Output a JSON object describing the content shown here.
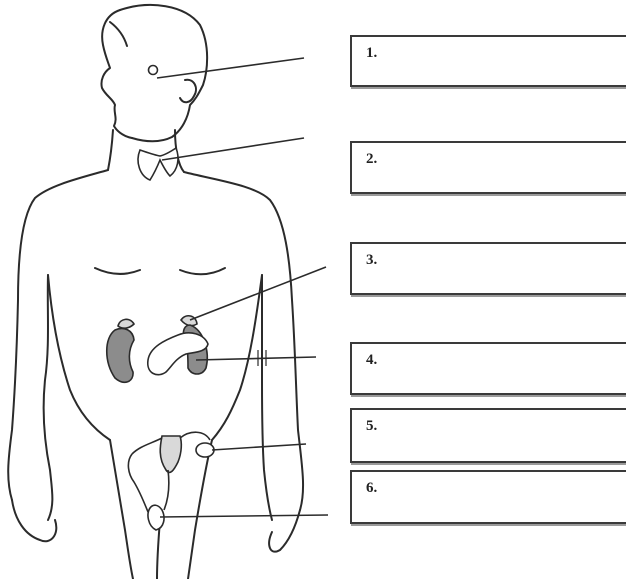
{
  "diagram": {
    "type": "labeled-anatomy-worksheet",
    "subject": "endocrine-glands",
    "labels": [
      {
        "number": "1.",
        "answer": ""
      },
      {
        "number": "2.",
        "answer": ""
      },
      {
        "number": "3.",
        "answer": ""
      },
      {
        "number": "4.",
        "answer": ""
      },
      {
        "number": "5.",
        "answer": ""
      },
      {
        "number": "6.",
        "answer": ""
      }
    ],
    "colors": {
      "outline": "#2b2b2b",
      "organ_fill": "#8c8c8c",
      "organ_light": "#d9d9d9"
    }
  }
}
